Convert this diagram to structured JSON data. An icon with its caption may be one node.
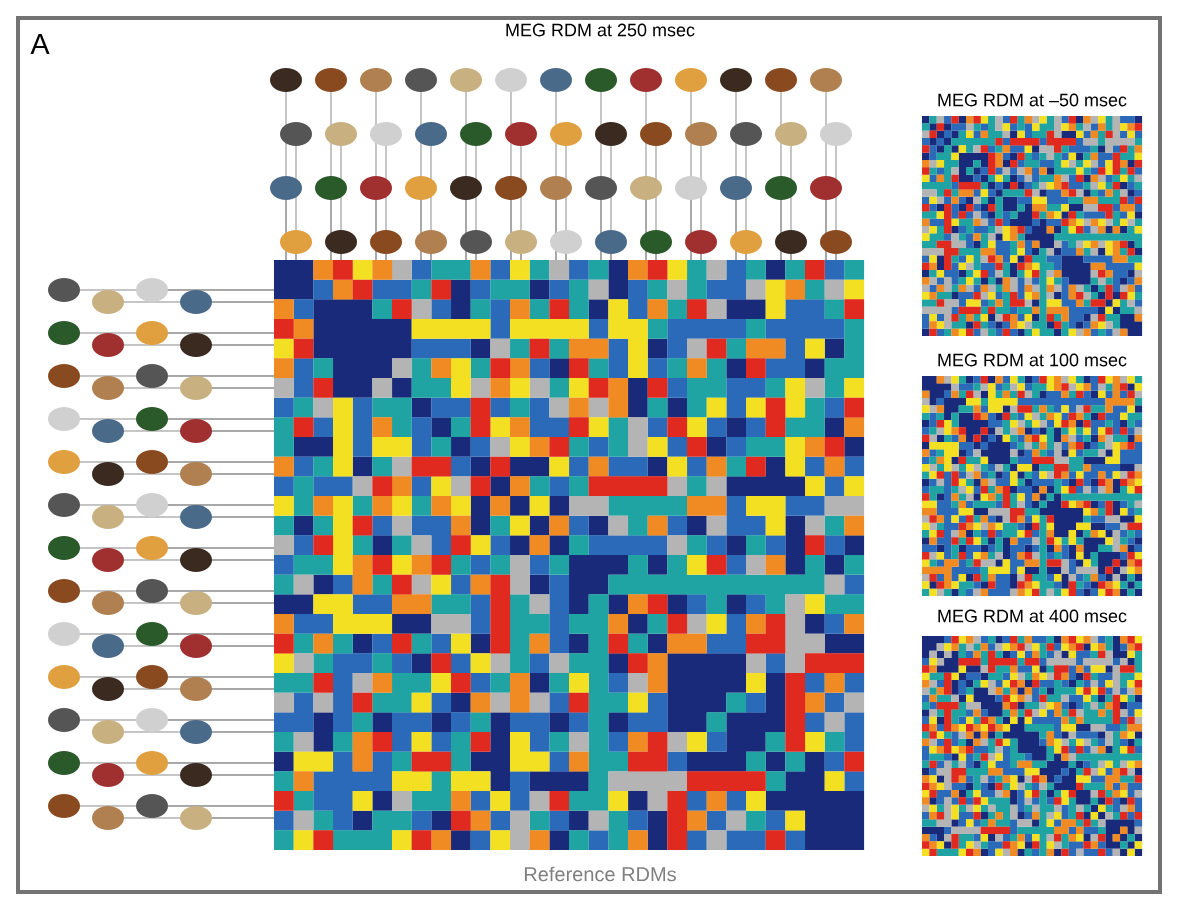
{
  "diagram": {
    "labels": [
      "A",
      "MEG RDM at 250 msec",
      "MEG RDM at –50 msec",
      "MEG RDM at 100 msec",
      "MEG RDM at 400 msec",
      "Reference RDMs"
    ]
  }
}
